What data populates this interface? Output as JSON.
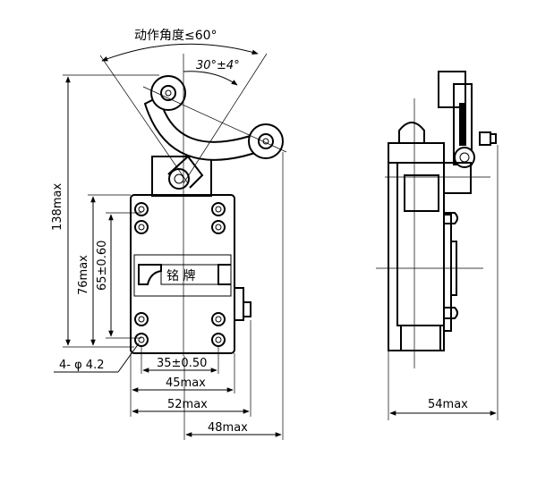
{
  "labels": {
    "action_angle": "动作角度≤60°",
    "angle_30": "30°±4°",
    "height_138": "138max",
    "height_76": "76max",
    "height_65": "65±0.60",
    "holes": "4- φ 4.2",
    "width_35": "35±0.50",
    "width_45": "45max",
    "width_52": "52max",
    "width_48": "48max",
    "width_54": "54max",
    "nameplate": "铭  牌"
  }
}
